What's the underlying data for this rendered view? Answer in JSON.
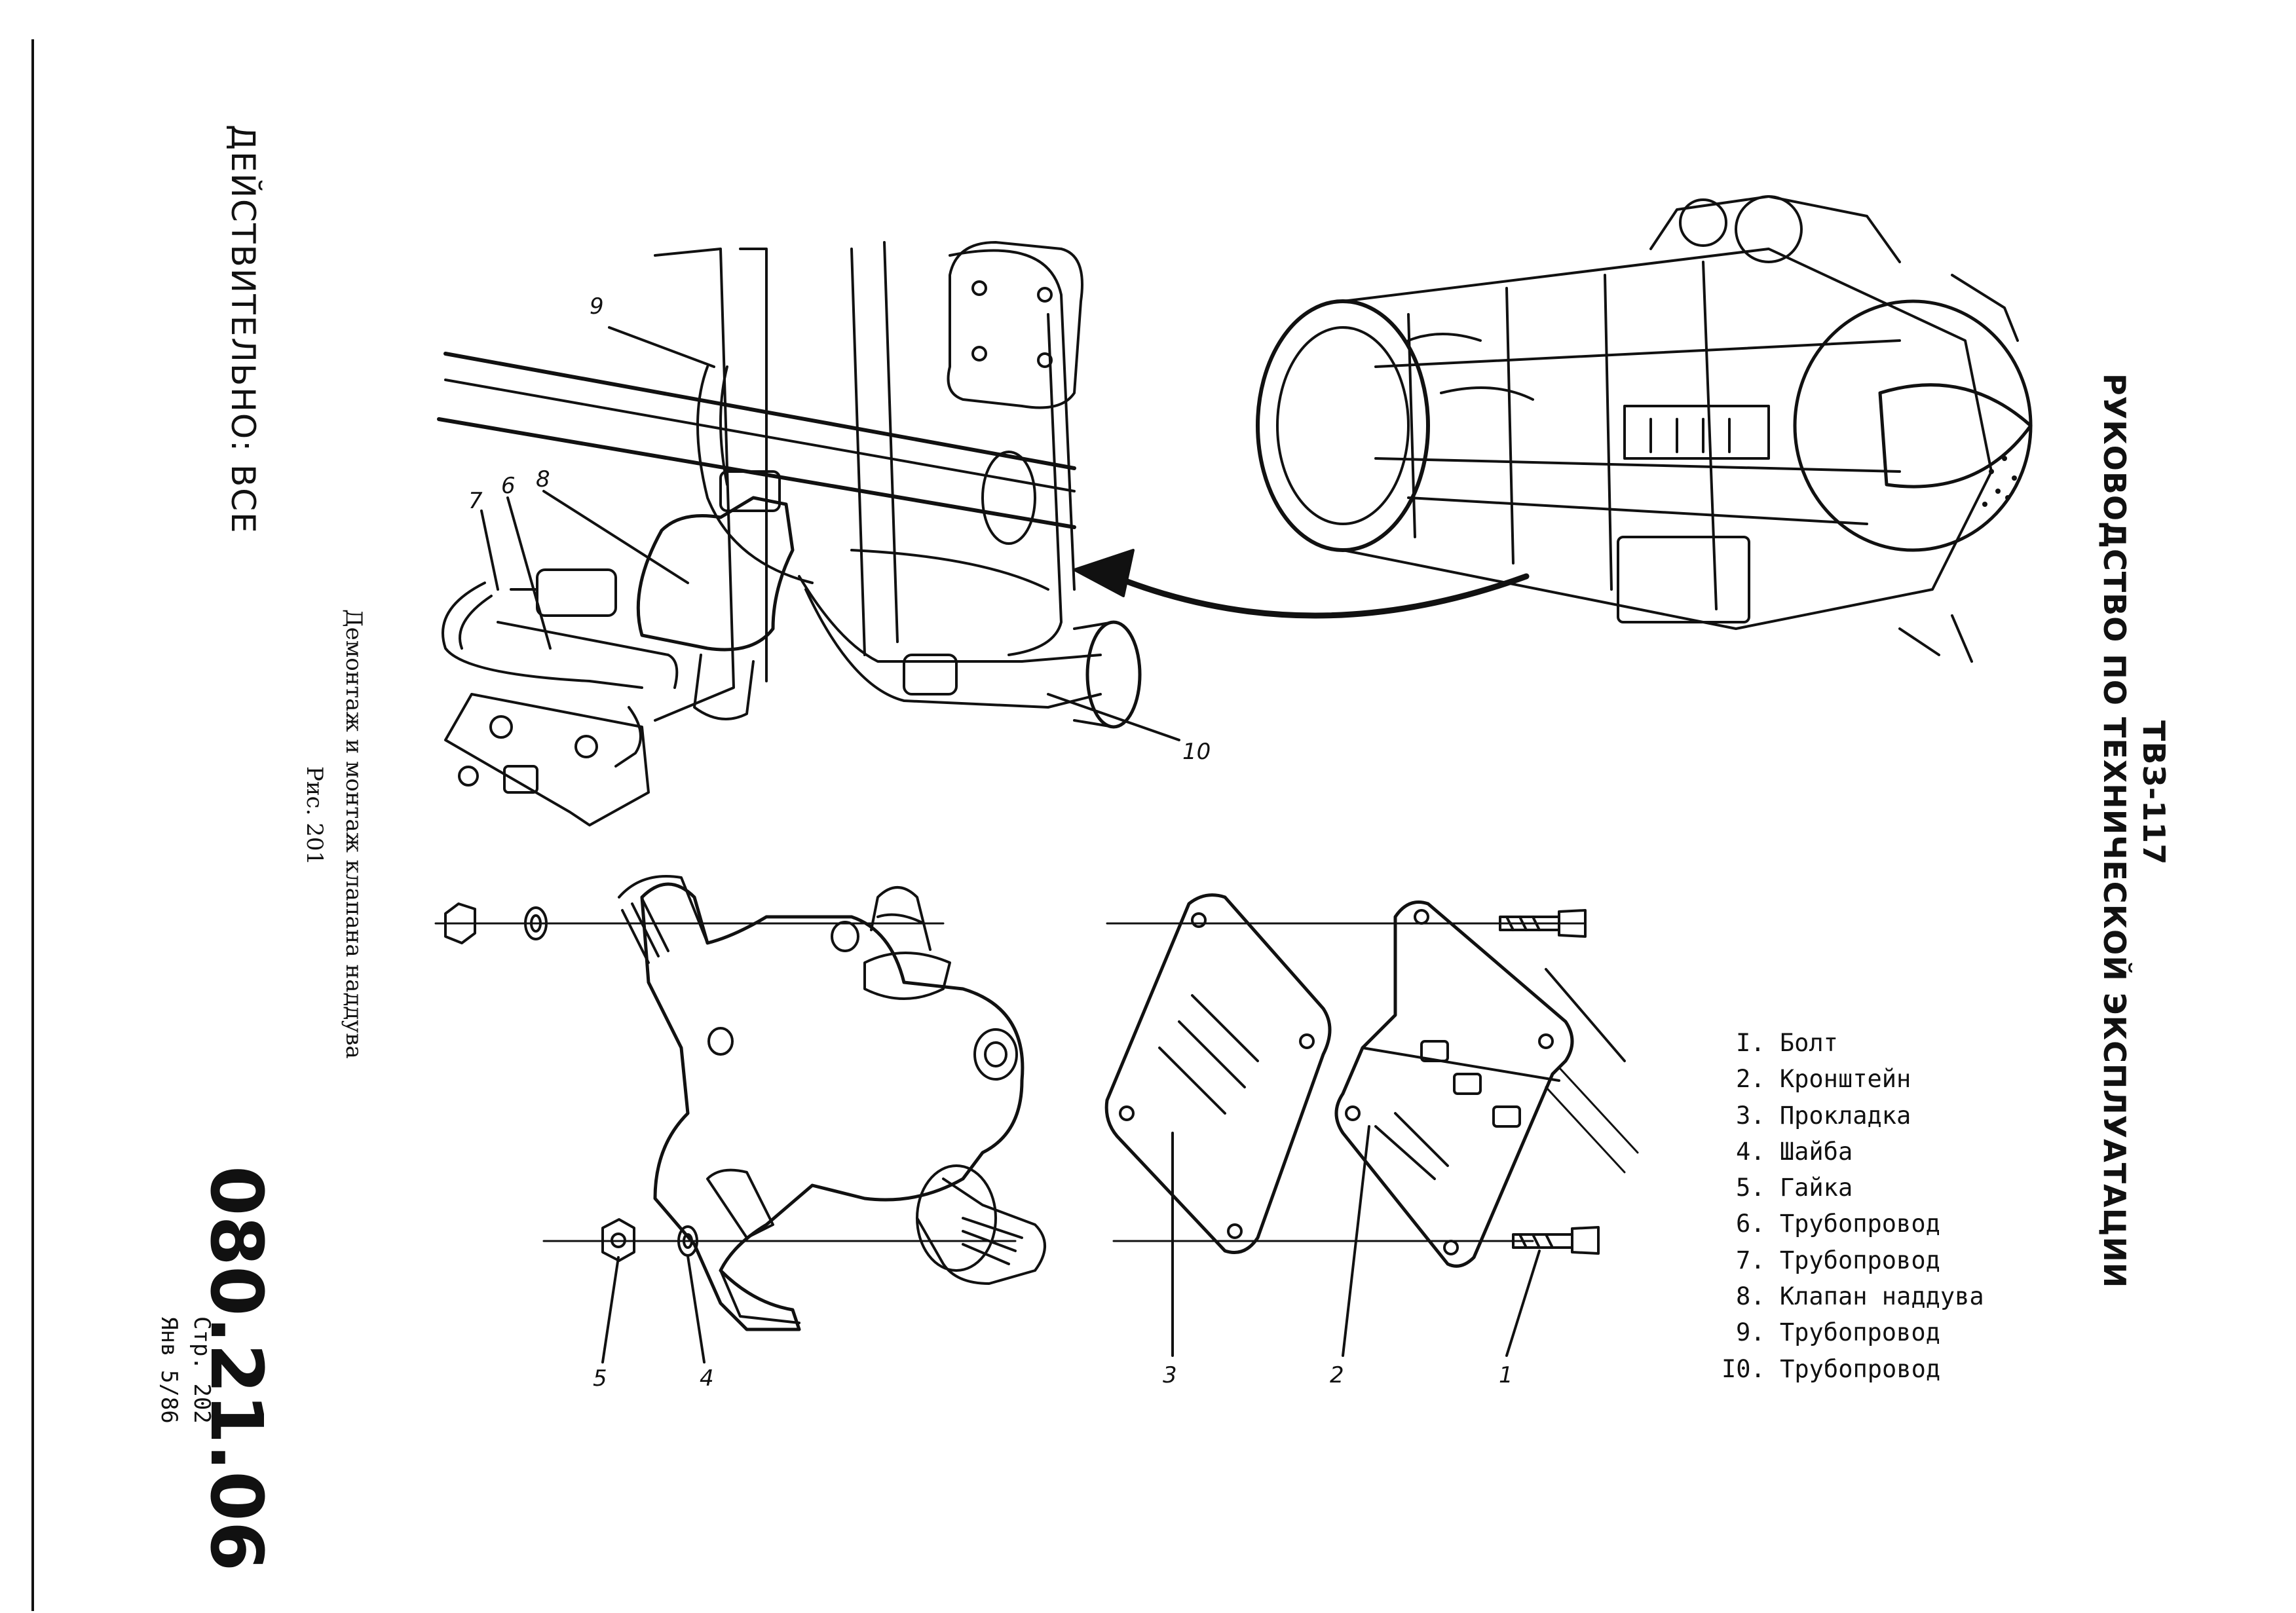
{
  "header": {
    "engine": "ТВЗ-117",
    "manual_title": "РУКОВОДСТВО ПО ТЕХНИЧЕСКОЙ ЭКСПЛУАТАЦИИ"
  },
  "applicability": "ДЕЙСТВИТЕЛЬНО: ВСЕ",
  "caption": {
    "title": "Демонтаж и монтаж клапана наддува",
    "figure": "Рис. 201"
  },
  "footer": {
    "doc_number": "080.21.06",
    "page": "Стр. 202",
    "date": "Янв 5/86"
  },
  "legend": [
    {
      "num": "I.",
      "text": "Болт"
    },
    {
      "num": "2.",
      "text": "Кронштейн"
    },
    {
      "num": "3.",
      "text": "Прокладка"
    },
    {
      "num": "4.",
      "text": "Шайба"
    },
    {
      "num": "5.",
      "text": "Гайка"
    },
    {
      "num": "6.",
      "text": "Трубопровод"
    },
    {
      "num": "7.",
      "text": "Трубопровод"
    },
    {
      "num": "8.",
      "text": "Клапан наддува"
    },
    {
      "num": "9.",
      "text": "Трубопровод"
    },
    {
      "num": "I0.",
      "text": "Трубопровод"
    }
  ],
  "callouts": {
    "c1": "1",
    "c2": "2",
    "c3": "3",
    "c4": "4",
    "c5": "5",
    "c6": "6",
    "c7": "7",
    "c8": "8",
    "c9": "9",
    "c10": "10"
  }
}
